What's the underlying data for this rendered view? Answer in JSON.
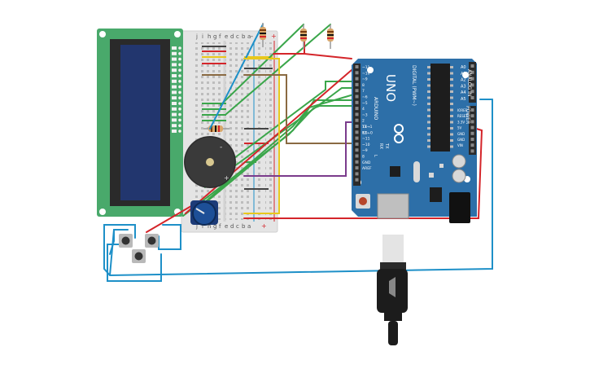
{
  "board": {
    "brand": "UNO",
    "vendor": "ARDUINO",
    "digital_header": "DIGITAL (PWM~)",
    "analog_header": "ANALOG IN",
    "power_header": "POWER",
    "tx_label": "TX",
    "rx_label": "RX",
    "l_label": "L",
    "aref_label": "AREF",
    "gnd_label": "GND",
    "digital_pins": [
      "~11",
      "~10",
      "~9",
      "8",
      "7",
      "~6",
      "~5",
      "4",
      "~3",
      "2",
      "TX→1",
      "RX←0"
    ],
    "digital_pins_left": [
      "13",
      "12",
      "~11",
      "~10",
      "~9",
      "8"
    ],
    "analog_pins": [
      "A0",
      "A1",
      "A2",
      "A3",
      "A4",
      "A5"
    ],
    "power_pins": [
      "IOREF",
      "RESET",
      "3.3V",
      "5V",
      "GND",
      "GND",
      "VIN"
    ]
  },
  "breadboard": {
    "col_letters_top": [
      "j",
      "i",
      "h",
      "g",
      "f",
      "e",
      "d",
      "c",
      "b",
      "a"
    ],
    "col_letters_bottom": [
      "j",
      "i",
      "h",
      "g",
      "f",
      "e",
      "d",
      "c",
      "b",
      "a"
    ],
    "rail_plus": "+",
    "rail_minus": "-"
  },
  "buzzer": {
    "plus": "+",
    "minus": "-"
  },
  "colors": {
    "lcd_green": "#49a96b",
    "lcd_screen": "#22366e",
    "arduino_blue": "#2d6fa8",
    "wire_red": "#d4252a",
    "wire_green": "#3aa64a",
    "wire_blue": "#1e90c8",
    "wire_yellow": "#e8c81c",
    "wire_brown": "#8a6a42",
    "wire_purple": "#7b3c8c"
  }
}
